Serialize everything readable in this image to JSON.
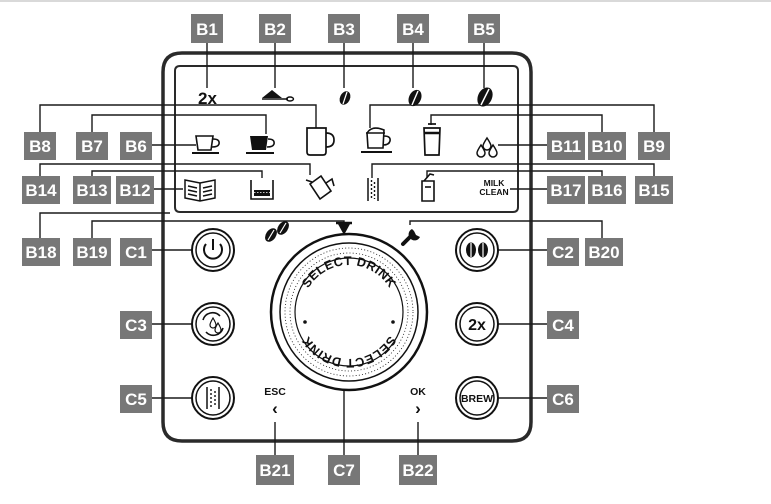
{
  "callouts": {
    "B1": "B1",
    "B2": "B2",
    "B3": "B3",
    "B4": "B4",
    "B5": "B5",
    "B6": "B6",
    "B7": "B7",
    "B8": "B8",
    "B9": "B9",
    "B10": "B10",
    "B11": "B11",
    "B12": "B12",
    "B13": "B13",
    "B14": "B14",
    "B15": "B15",
    "B16": "B16",
    "B17": "B17",
    "B18": "B18",
    "B19": "B19",
    "B20": "B20",
    "B21": "B21",
    "B22": "B22",
    "C1": "C1",
    "C2": "C2",
    "C3": "C3",
    "C4": "C4",
    "C5": "C5",
    "C6": "C6",
    "C7": "C7"
  },
  "panel": {
    "double_shot_label": "2x",
    "milk_clean_line1": "MILK",
    "milk_clean_line2": "CLEAN",
    "esc_label": "ESC",
    "ok_label": "OK",
    "esc_arrow": "‹",
    "ok_arrow": "›",
    "c4_label": "2x",
    "brew_label": "BREW",
    "dial_text": "SELECT DRINK"
  },
  "colors": {
    "callout_fill": "#777777",
    "callout_text": "#ffffff",
    "line": "#1a1a1a",
    "panel_border": "#2a2a2a"
  }
}
